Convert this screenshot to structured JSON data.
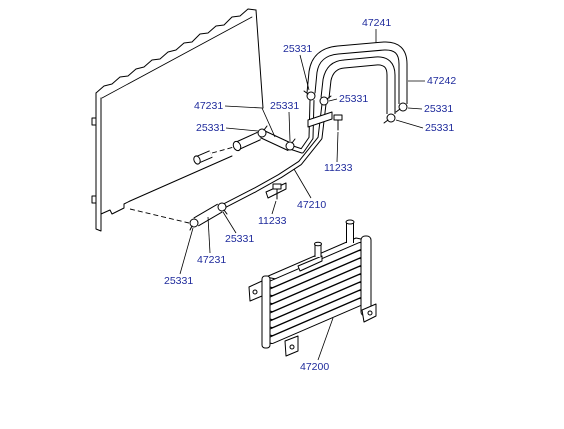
{
  "colors": {
    "callout_text": "#1f2b9c",
    "linework": "#000000"
  },
  "callouts": [
    "47241",
    "25331",
    "47242",
    "25331",
    "47231",
    "25331",
    "25331",
    "25331",
    "25331",
    "11233",
    "47210",
    "11233",
    "25331",
    "47231",
    "25331",
    "47200"
  ]
}
